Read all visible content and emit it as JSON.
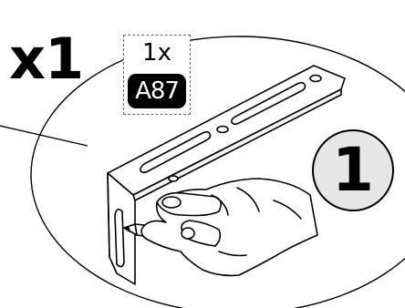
{
  "callout": {
    "quantity_text": "x1"
  },
  "part": {
    "quantity_text": "1x",
    "code": "A87"
  },
  "step": {
    "number": "1"
  },
  "colors": {
    "outline": "#000000",
    "step_badge_fill": "#e6e6e6",
    "part_badge_fill": "#000000"
  }
}
